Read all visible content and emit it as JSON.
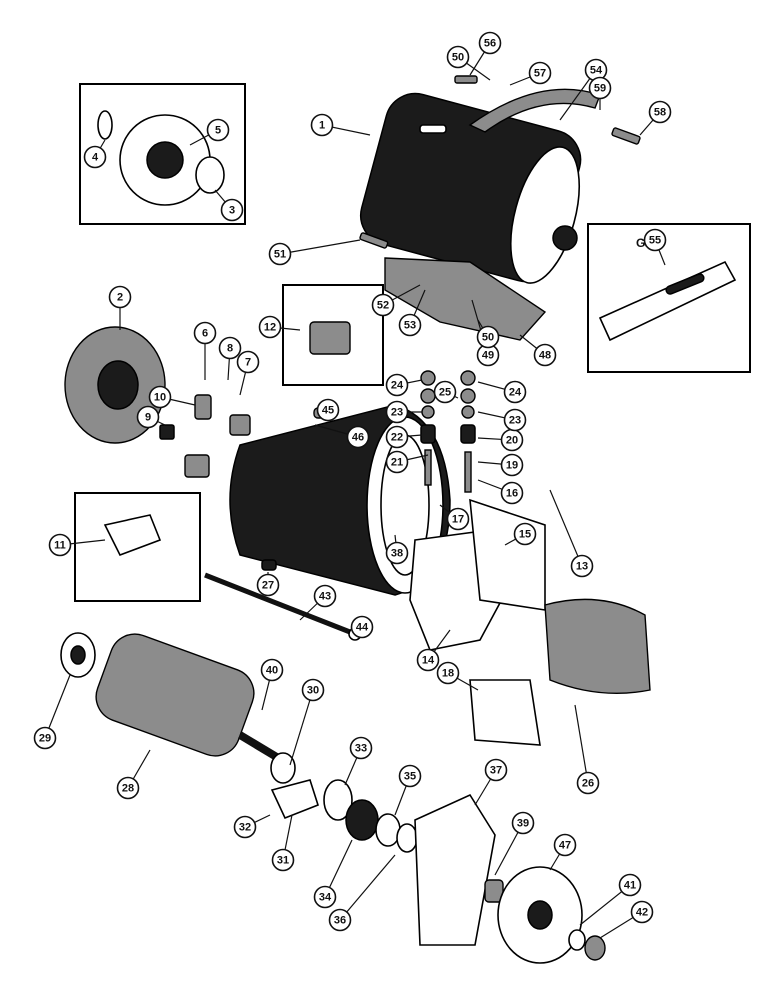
{
  "figure": {
    "inset_label": "GAS",
    "callouts": [
      "1",
      "2",
      "3",
      "4",
      "5",
      "6",
      "7",
      "8",
      "9",
      "10",
      "11",
      "12",
      "13",
      "14",
      "15",
      "16",
      "17",
      "18",
      "19",
      "20",
      "21",
      "22",
      "23",
      "23",
      "24",
      "24",
      "25",
      "26",
      "27",
      "28",
      "29",
      "30",
      "31",
      "32",
      "33",
      "34",
      "35",
      "36",
      "37",
      "38",
      "39",
      "40",
      "41",
      "42",
      "43",
      "44",
      "45",
      "46",
      "47",
      "48",
      "49",
      "50",
      "50",
      "51",
      "52",
      "53",
      "54",
      "55",
      "56",
      "57",
      "58",
      "59"
    ]
  }
}
